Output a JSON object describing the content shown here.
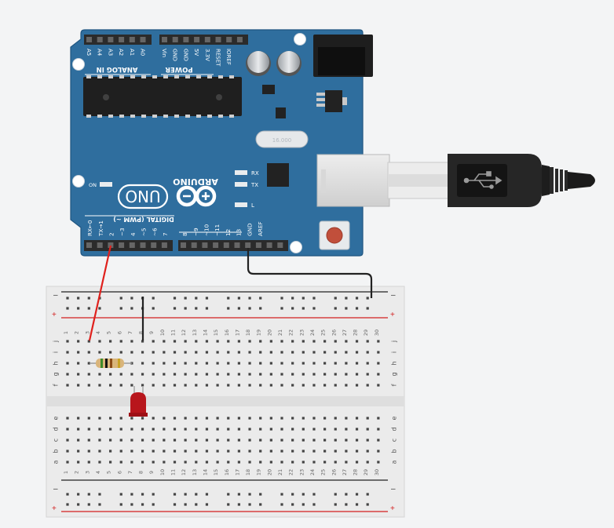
{
  "canvas": {
    "background": "#f3f4f5"
  },
  "arduino": {
    "brand": "ARDUINO",
    "model": "UNO",
    "color": "#2f6e9e",
    "analog_header_label": "ANALOG IN",
    "power_header_label": "POWER",
    "digital_header_label": "DIGITAL (PWM ~)",
    "analog_pins": [
      "A5",
      "A4",
      "A3",
      "A2",
      "A1",
      "A0"
    ],
    "power_pins": [
      "Vin",
      "GND",
      "GND",
      "5V",
      "3.3V",
      "RESET",
      "IOREF"
    ],
    "digital_pins_right": [
      "AREF",
      "GND",
      "13",
      "12",
      "~11",
      "~10",
      "~9",
      "8"
    ],
    "digital_pins_left": [
      "7",
      "~6",
      "~5",
      "4",
      "~3",
      "2",
      "TX→1",
      "RX←0"
    ],
    "leds": [
      "RX",
      "TX",
      "L"
    ],
    "on_label": "ON",
    "crystal_label": "16.000"
  },
  "usb_cable": {
    "color": "#222222",
    "plug_icon": "usb-icon"
  },
  "breadboard": {
    "columns": 30,
    "rows_top": [
      "j",
      "i",
      "h",
      "g",
      "f"
    ],
    "rows_bottom": [
      "e",
      "d",
      "c",
      "b",
      "a"
    ],
    "rail_minus": "–",
    "rail_plus": "+",
    "rail_minus_color": "#222222",
    "rail_plus_color": "#d21f1f"
  },
  "components": {
    "resistor": {
      "bands": [
        "#3d8b2a",
        "#111111",
        "#8b4b16",
        "#c9a326"
      ]
    },
    "led": {
      "color": "#b8161c"
    },
    "wire_signal": {
      "color": "#e0201c"
    },
    "wire_ground": {
      "color": "#222222"
    }
  }
}
